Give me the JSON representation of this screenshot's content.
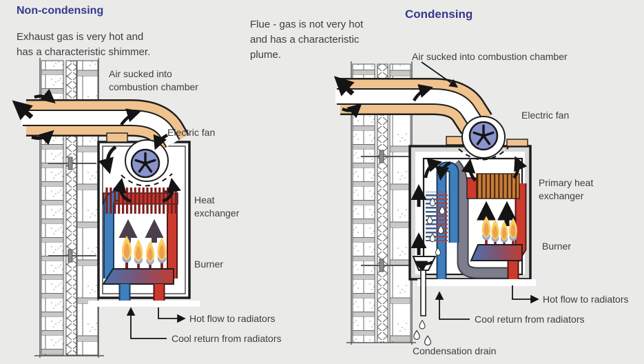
{
  "left": {
    "title": "Non-condensing",
    "description": [
      "Exhaust gas is very hot and",
      "has a characteristic shimmer."
    ],
    "labels": {
      "air": [
        "Air sucked into",
        "combustion chamber"
      ],
      "electric_fan": "Electric fan",
      "heat_exchanger": [
        "Heat",
        "exchanger"
      ],
      "burner": "Burner",
      "hot_flow": "Hot flow to radiators",
      "cool_return": "Cool return from radiators"
    }
  },
  "middle": {
    "description": [
      "Flue - gas is not very hot",
      "and has a characteristic",
      "plume."
    ]
  },
  "right": {
    "title": "Condensing",
    "labels": {
      "air": "Air sucked into combustion chamber",
      "electric_fan": "Electric fan",
      "primary_heat_exchanger": [
        "Primary heat",
        "exchanger"
      ],
      "burner": "Burner",
      "hot_flow": "Hot flow to radiators",
      "cool_return": "Cool return from radiators",
      "condensation_drain": "Condensation drain"
    }
  },
  "colors": {
    "background": "#eaeae8",
    "title_navy": "#35388d",
    "text": "#3d3d3f",
    "flue_tan": "#f0c38e",
    "fan_blue": "#8a93cc",
    "pipe_blue": "#3f7fbe",
    "pipe_red": "#cc3a2e",
    "hx_fin_dark_red": "#7e1f1e",
    "hx_fin_orange": "#c97e35",
    "duct_gray": "#7d7d8c",
    "casing_gray": "#d8d8d6"
  }
}
